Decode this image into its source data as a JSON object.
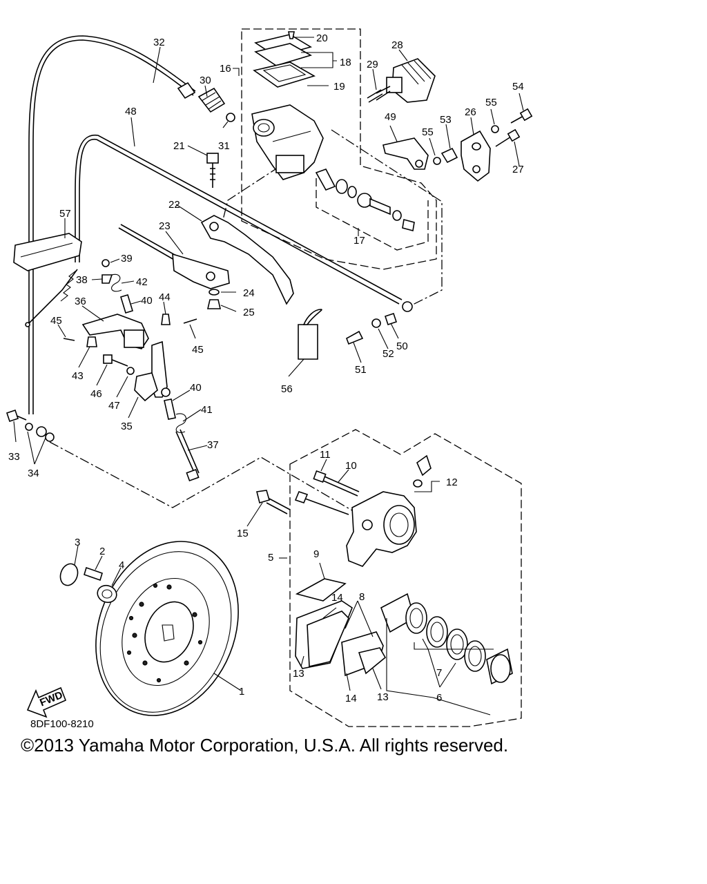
{
  "diagram": {
    "code": "8DF100-8210",
    "copyright": "©2013 Yamaha Motor Corporation, U.S.A. All rights reserved.",
    "fwd_label": "FWD",
    "labels": [
      "1",
      "2",
      "3",
      "4",
      "5",
      "6",
      "7",
      "8",
      "9",
      "10",
      "11",
      "12",
      "13",
      "13",
      "14",
      "14",
      "15",
      "16",
      "17",
      "18",
      "19",
      "20",
      "21",
      "22",
      "23",
      "24",
      "25",
      "26",
      "27",
      "28",
      "29",
      "30",
      "31",
      "32",
      "33",
      "34",
      "35",
      "36",
      "37",
      "38",
      "39",
      "40",
      "40",
      "41",
      "42",
      "43",
      "44",
      "45",
      "45",
      "46",
      "47",
      "48",
      "49",
      "50",
      "51",
      "52",
      "53",
      "54",
      "55",
      "55",
      "56",
      "57"
    ]
  }
}
